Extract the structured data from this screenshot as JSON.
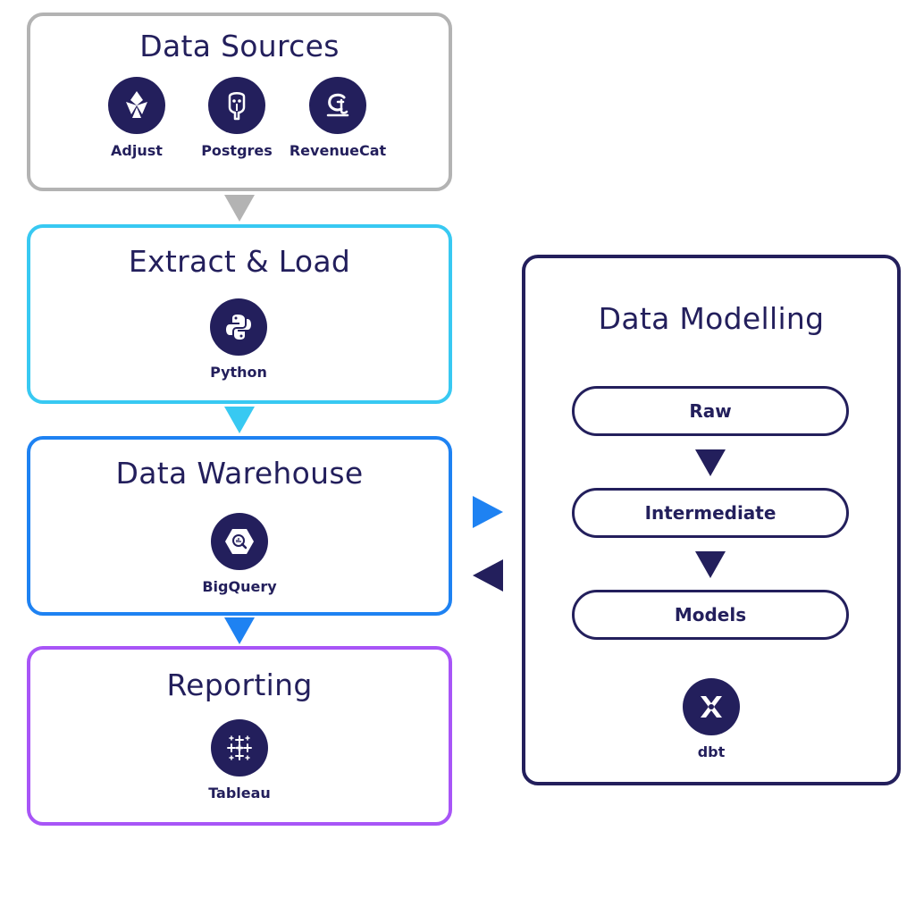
{
  "colors": {
    "navy": "#231f5c",
    "sources_border": "#b3b3b3",
    "extract_border": "#38c9f2",
    "warehouse_border": "#1e82f2",
    "reporting_border": "#a855f7",
    "modelling_border": "#231f5c"
  },
  "sources": {
    "title": "Data Sources",
    "tools": [
      {
        "label": "Adjust",
        "icon": "adjust-icon"
      },
      {
        "label": "Postgres",
        "icon": "postgres-elephant-icon"
      },
      {
        "label": "RevenueCat",
        "icon": "revenuecat-icon"
      }
    ]
  },
  "extract": {
    "title": "Extract & Load",
    "tool": {
      "label": "Python",
      "icon": "python-icon"
    }
  },
  "warehouse": {
    "title": "Data Warehouse",
    "tool": {
      "label": "BigQuery",
      "icon": "bigquery-icon"
    }
  },
  "reporting": {
    "title": "Reporting",
    "tool": {
      "label": "Tableau",
      "icon": "tableau-icon"
    }
  },
  "modelling": {
    "title": "Data Modelling",
    "stages": [
      "Raw",
      "Intermediate",
      "Models"
    ],
    "tool": {
      "label": "dbt",
      "icon": "dbt-icon"
    }
  }
}
